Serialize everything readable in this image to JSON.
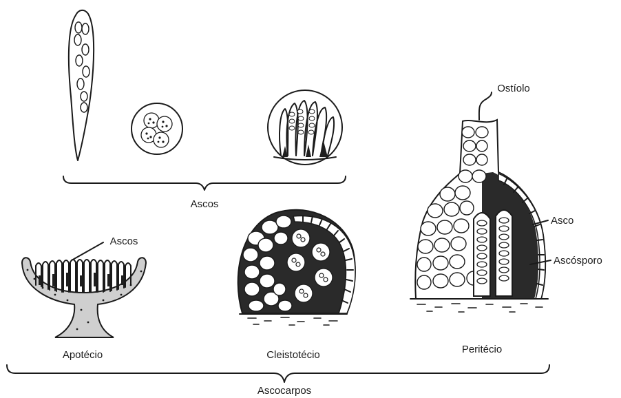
{
  "labels": {
    "ascos_group": "Ascos",
    "ascos_pointer": "Ascos",
    "ostiolo": "Ostíolo",
    "asco": "Asco",
    "ascosporo": "Ascósporo",
    "apotecio": "Apotécio",
    "cleistotecio": "Cleistotécio",
    "peritecio": "Peritécio",
    "ascocarpos": "Ascocarpos"
  },
  "colors": {
    "ink": "#1a1a1a",
    "paper": "#ffffff"
  }
}
